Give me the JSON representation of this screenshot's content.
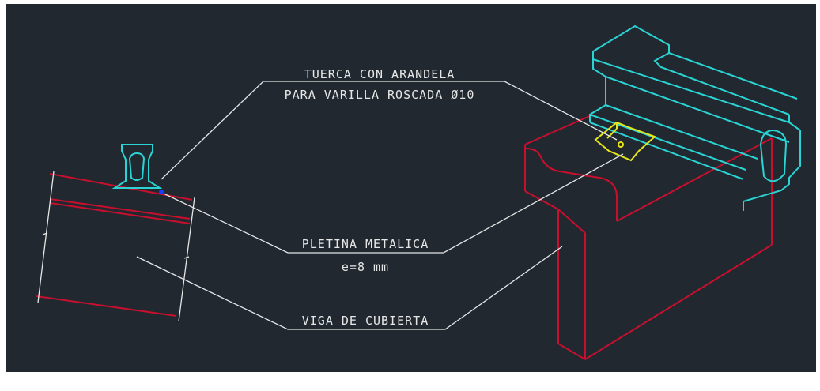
{
  "colors": {
    "background": "#212830",
    "leader": "#e6e6e6",
    "text": "#e6e6e6",
    "beam": "#c8102e",
    "rail": "#2ad4d4",
    "plate": "#e6e61a",
    "marker": "#1e3cff"
  },
  "labels": {
    "nut_line1": "TUERCA CON ARANDELA",
    "nut_line2": "PARA VARILLA ROSCADA Ø10",
    "plate_line1": "PLETINA METALICA",
    "plate_line2": "e=8 mm",
    "beam_label": "VIGA DE CUBIERTA"
  }
}
